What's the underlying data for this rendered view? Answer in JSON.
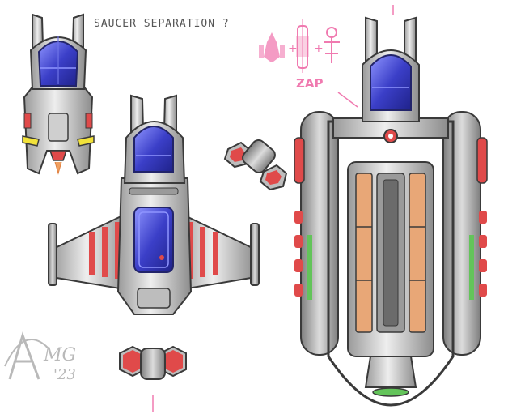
{
  "notes": {
    "saucer_separation": "SAUCER SEPARATION ?",
    "zap": "ZAP",
    "signature_initials": "MG",
    "signature_year": "'23"
  },
  "palette": {
    "hull_light": "#e6e6e6",
    "hull_mid": "#b9b9b9",
    "hull_dark": "#6b6b6b",
    "outline": "#3a3a3a",
    "canopy_blue": "#3b3fc8",
    "canopy_highlight": "#9aa0ff",
    "stripe_red": "#e04a4a",
    "accent_yellow": "#f2e23a",
    "panel_orange": "#e8a777",
    "accent_green": "#63c45a",
    "note_pink": "#f07ab0",
    "signature_gray": "#b9b9b9"
  },
  "icons": {
    "ship_a": "ship-silhouette-icon",
    "ship_b": "saucer-silhouette-icon",
    "ship_c": "pod-silhouette-icon"
  }
}
